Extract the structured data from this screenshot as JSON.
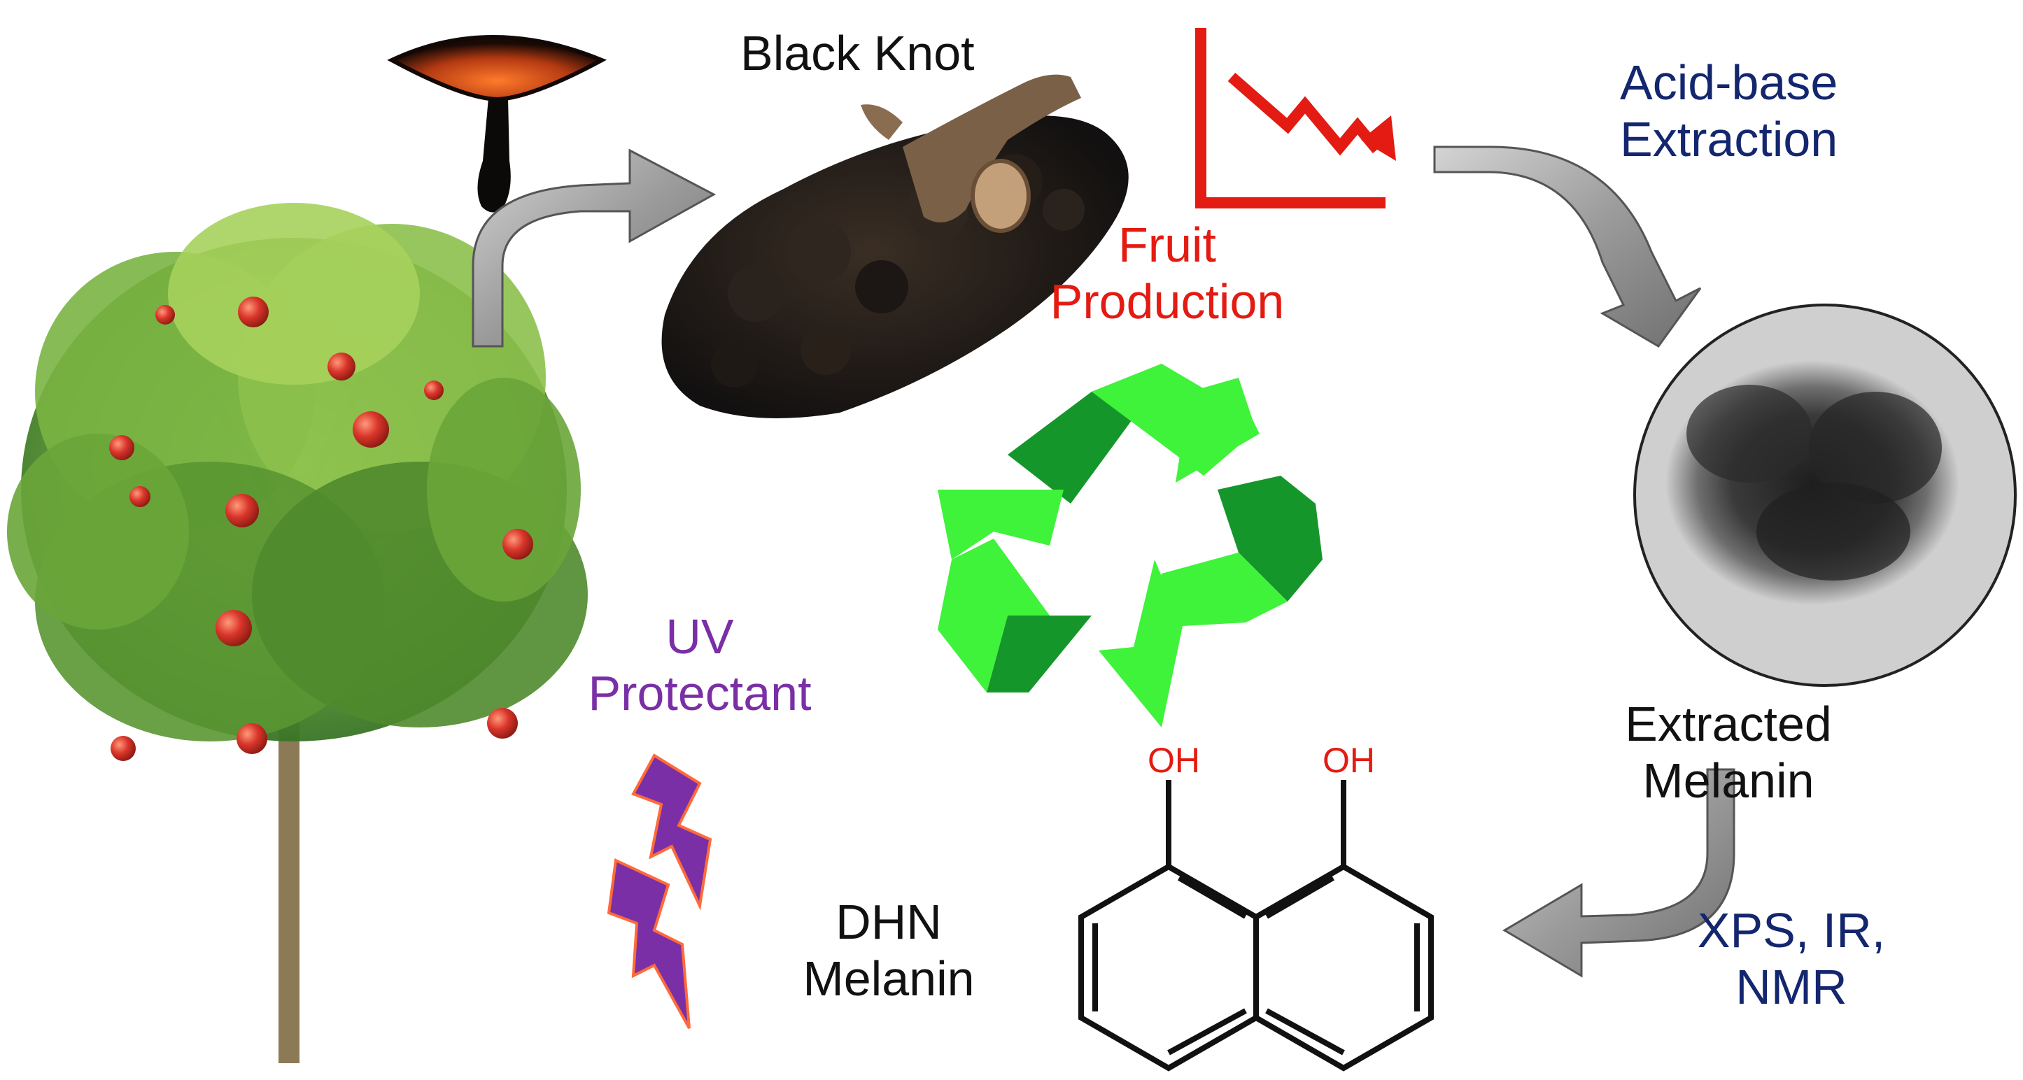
{
  "labels": {
    "black_knot": "Black Knot",
    "fruit_line1": "Fruit",
    "fruit_line2": "Production",
    "acid_line1": "Acid-base",
    "acid_line2": "Extraction",
    "extracted_line1": "Extracted",
    "extracted_line2": "Melanin",
    "xps_line1": "XPS, IR,",
    "xps_line2": "NMR",
    "dhn_line1": "DHN",
    "dhn_line2": "Melanin",
    "uv_line1": "UV",
    "uv_line2": "Protectant",
    "oh_left": "OH",
    "oh_right": "OH"
  },
  "colors": {
    "fruit_red": "#e31b12",
    "navy": "#13266e",
    "purple": "#7a2fa6",
    "arrow_gray": "#9a9a9a",
    "recycle_dark": "#15962a",
    "recycle_light": "#3ff23a",
    "tree_green": "#6da63a",
    "apple_red": "#d9352a"
  },
  "icons": [
    "mushroom-icon",
    "declining-chart-icon",
    "recycle-icon",
    "lightning-icon"
  ]
}
